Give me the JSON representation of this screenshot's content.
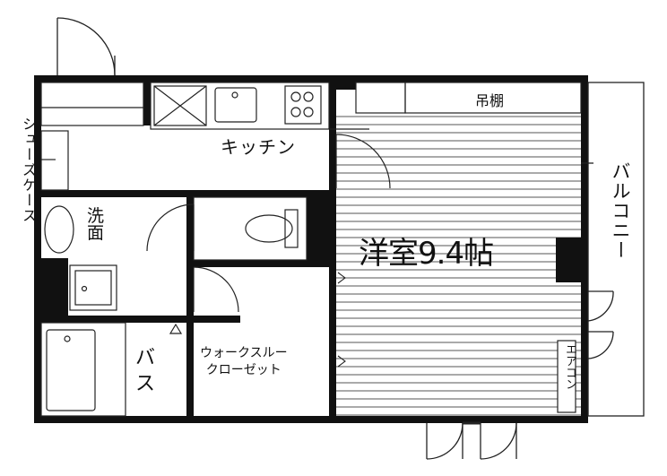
{
  "rooms": {
    "main": "洋室9.4帖",
    "kitchen": "キッチン",
    "storage": "吊棚",
    "washroom": "洗\n面",
    "bath": "バ\nス",
    "walkin_closet": "ウォークスルー\nクローゼット",
    "shoe_cabinet": "シューズケース",
    "balcony": "バルコニー",
    "aircon": "エアコン"
  },
  "colors": {
    "wall": "#111111",
    "line": "#444444",
    "floor_stripe": "#555555",
    "background": "#ffffff"
  }
}
